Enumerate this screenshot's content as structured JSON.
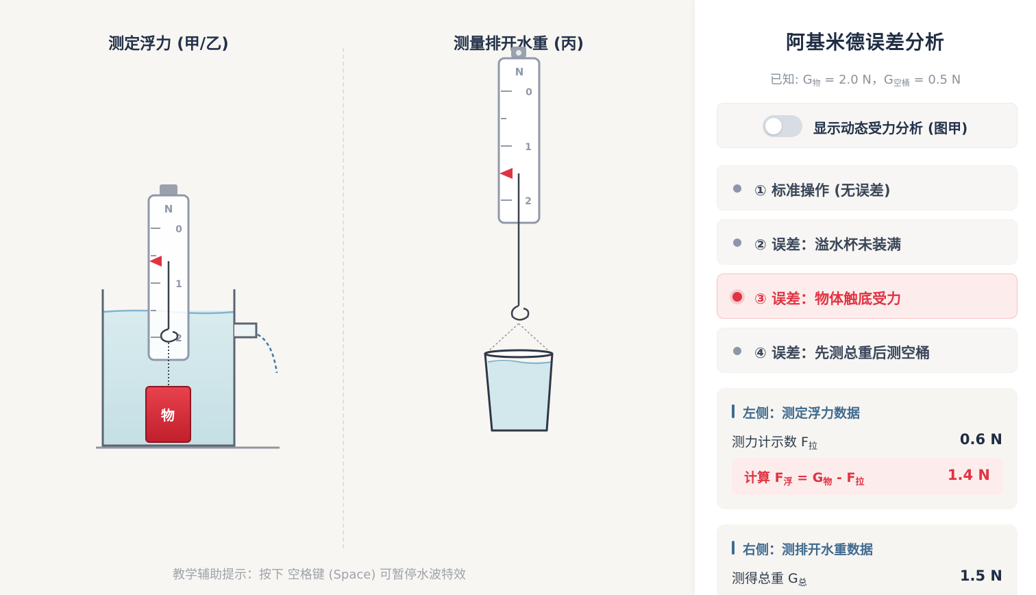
{
  "stage": {
    "title_left": "测定浮力 (甲/乙)",
    "title_right": "测量排开水重 (丙)",
    "hint": "教学辅助提示：按下 空格键 (Space) 可暂停水波特效",
    "scale_unit": "N",
    "scale_ticks": [
      "0",
      "1",
      "2"
    ],
    "object_label": "物"
  },
  "panel": {
    "title": "阿基米德误差分析",
    "known_prefix": "已知: G",
    "known_sub1": "物",
    "known_mid": " = 2.0 N，G",
    "known_sub2": "空桶",
    "known_suffix": " = 0.5 N",
    "toggle": {
      "label": "显示动态受力分析 (图甲)",
      "on": false
    },
    "options": [
      {
        "label": "① 标准操作 (无误差)",
        "active": false
      },
      {
        "label": "② 误差：溢水杯未装满",
        "active": false
      },
      {
        "label": "③ 误差：物体触底受力",
        "active": true
      },
      {
        "label": "④ 误差：先测总重后测空桶",
        "active": false
      }
    ],
    "left_card": {
      "heading": "左侧：测定浮力数据",
      "reading_label": "测力计示数 F",
      "reading_sub": "拉",
      "reading_value": "0.6 N",
      "calc_a": "计算 F",
      "calc_sub1": "浮",
      "calc_b": " = G",
      "calc_sub2": "物",
      "calc_c": " - F",
      "calc_sub3": "拉",
      "calc_value": "1.4 N"
    },
    "right_card": {
      "heading": "右侧：测排开水重数据",
      "total_label": "测得总重 G",
      "total_sub": "总",
      "total_value": "1.5 N"
    }
  },
  "colors": {
    "accent_red": "#e03342",
    "heading_blue": "#3f6b8f",
    "water": "#cfe6ea"
  }
}
